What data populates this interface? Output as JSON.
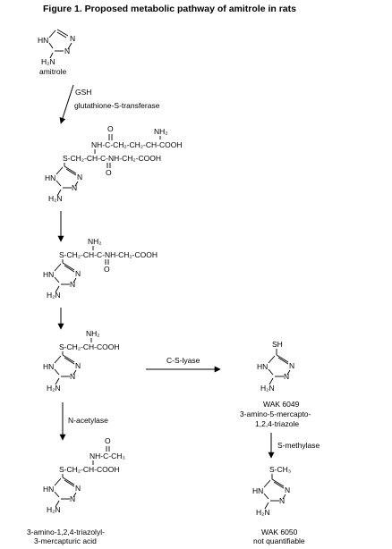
{
  "title": "Figure 1.  Proposed metabolic pathway of amitrole in rats",
  "compounds": {
    "amitrole": {
      "ring_nh": "HN",
      "ring_n_right": "N",
      "ring_n_bottom": "N",
      "amine": "H₂N",
      "name": "amitrole"
    },
    "glutathione_conjugate": {
      "chain_top": "NH-C-CH₂-CH₂-CH-COOH",
      "chain_main": "S-CH₂-CH-C-NH-CH₂-COOH",
      "nh2": "NH₂",
      "o_top": "O",
      "o_bottom": "O",
      "ring_nh": "HN",
      "ring_n_right": "N",
      "ring_n_bottom": "N",
      "amine": "H₂N"
    },
    "cysteinylglycine_conjugate": {
      "chain_main": "S-CH₂-CH-C-NH-CH₂-COOH",
      "nh2": "NH₂",
      "o_bottom": "O",
      "ring_nh": "HN",
      "ring_n_right": "N",
      "ring_n_bottom": "N",
      "amine": "H₂N"
    },
    "cysteine_conjugate": {
      "chain_main": "S-CH₂-CH-COOH",
      "nh2": "NH₂",
      "ring_nh": "HN",
      "ring_n_right": "N",
      "ring_n_bottom": "N",
      "amine": "H₂N"
    },
    "mercapturic_acid": {
      "chain_top": "NH-C-CH₃",
      "chain_main": "S-CH₂-CH-COOH",
      "o_top": "O",
      "ring_nh": "HN",
      "ring_n_right": "N",
      "ring_n_bottom": "N",
      "amine": "H₂N",
      "name_line1": "3-amino-1,2,4-triazolyl-",
      "name_line2": "3-mercapturic acid"
    },
    "wak6049": {
      "sh": "SH",
      "ring_nh": "HN",
      "ring_n_right": "N",
      "ring_n_bottom": "N",
      "amine": "H₂N",
      "code": "WAK 6049",
      "name_line1": "3-amino-5-mercapto-",
      "name_line2": "1,2,4-triazole"
    },
    "wak6050": {
      "sme": "S-CH₃",
      "ring_nh": "HN",
      "ring_n_right": "N",
      "ring_n_bottom": "N",
      "amine": "H₂N",
      "code": "WAK 6050",
      "note": "not quantifiable"
    }
  },
  "arrows": {
    "step1_reagent": "GSH",
    "step1_enzyme": "glutathione-S-transferase",
    "cs_lyase": "C-S-lyase",
    "n_acetylase": "N-acetylase",
    "s_methylase": "S-methylase"
  }
}
